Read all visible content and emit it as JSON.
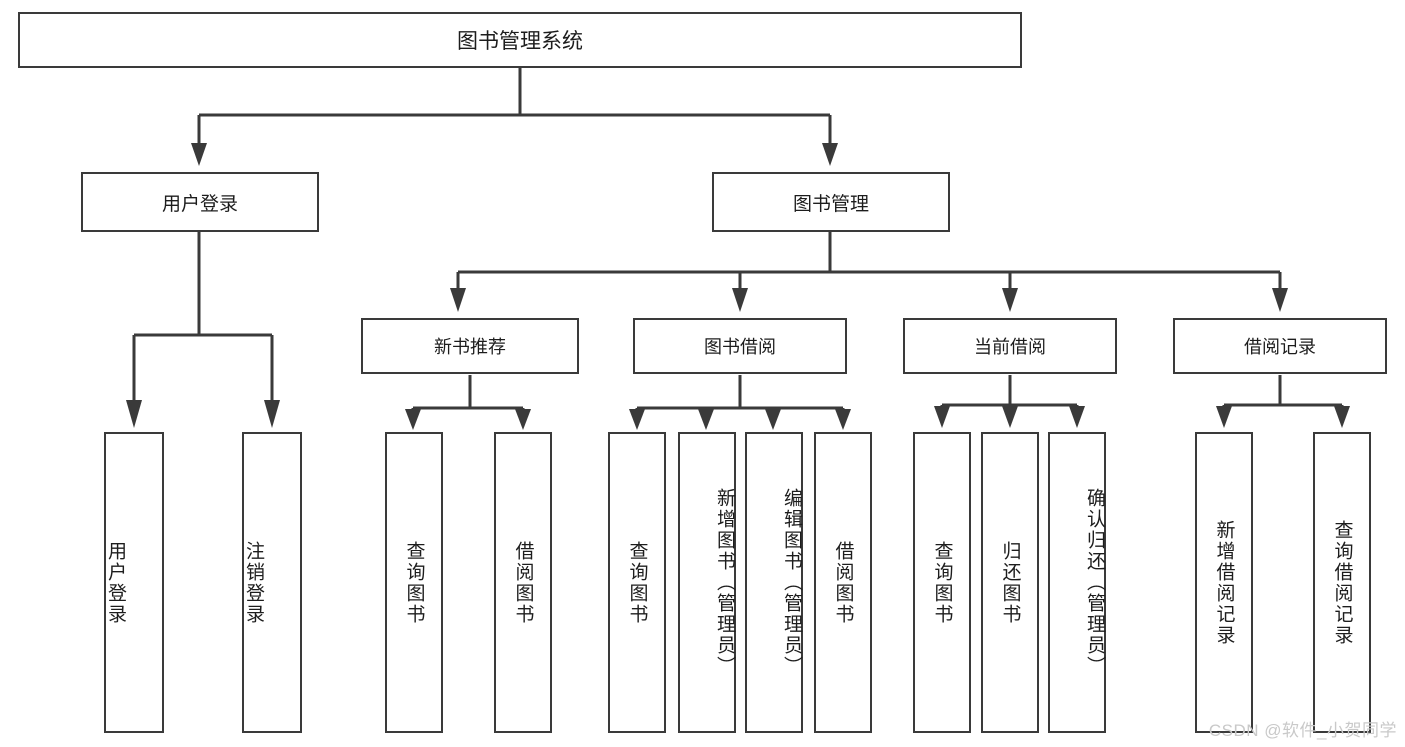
{
  "diagram": {
    "title": "图书管理系统",
    "type": "hierarchy-tree",
    "stroke_color": "#3a3a3a",
    "fill_color": "#ffffff",
    "text_color": "#1d1d1d",
    "root": {
      "label": "图书管理系统"
    },
    "level1": [
      {
        "label": "用户登录"
      },
      {
        "label": "图书管理"
      }
    ],
    "level2": [
      {
        "label": "新书推荐"
      },
      {
        "label": "图书借阅"
      },
      {
        "label": "当前借阅"
      },
      {
        "label": "借阅记录"
      }
    ],
    "leaves": {
      "user_login": [
        {
          "label": "用户登录"
        },
        {
          "label": "注销登录"
        }
      ],
      "new_book_recommend": [
        {
          "label": "查询图书"
        },
        {
          "label": "借阅图书"
        }
      ],
      "book_borrow": [
        {
          "label": "查询图书"
        },
        {
          "label": "新增图书（管理员）"
        },
        {
          "label": "编辑图书（管理员）"
        },
        {
          "label": "借阅图书"
        }
      ],
      "current_borrow": [
        {
          "label": "查询图书"
        },
        {
          "label": "归还图书"
        },
        {
          "label": "确认归还（管理员）"
        }
      ],
      "borrow_record": [
        {
          "label": "新增借阅记录"
        },
        {
          "label": "查询借阅记录"
        }
      ]
    }
  },
  "watermark": {
    "text": "CSDN @软件_小贺同学"
  }
}
